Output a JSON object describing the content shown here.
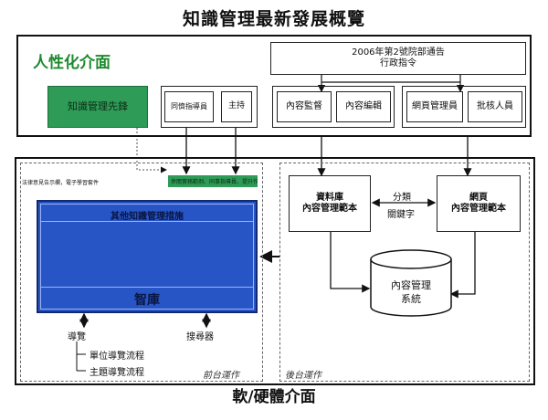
{
  "title": "知識管理最新發展概覽",
  "layers": {
    "human": "人性化介面",
    "hardware": "軟/硬體介面"
  },
  "directive": {
    "line1": "2006年第2號院部通告",
    "line2": "行政指令"
  },
  "knowledge_pioneer": "知識管理先鋒",
  "roles": {
    "mentor": "同儕指導員",
    "host": "主持",
    "content_supervisor": "內容監督",
    "content_editor": "內容編輯",
    "web_admin": "網頁管理員",
    "approver": "批核人員"
  },
  "front_strip": {
    "left_text": "法律意見告示欄，電子學習套件",
    "green_text": "參閱實務範例、同事指導員、提升作業"
  },
  "wisdom": {
    "header": "其他知識管理措施",
    "name": "智庫"
  },
  "templates": {
    "db_line1": "資料庫",
    "db_line2": "內容管理範本",
    "web_line1": "網頁",
    "web_line2": "內容管理範本"
  },
  "classify": "分類",
  "keyword": "關鍵字",
  "cms": {
    "line1": "內容管理",
    "line2": "系統"
  },
  "navigation": {
    "guide": "導覽",
    "unit_flow": "單位導覽流程",
    "topic_flow": "主題導覽流程",
    "search": "搜尋器"
  },
  "sections": {
    "front": "前台運作",
    "back": "後台運作"
  }
}
